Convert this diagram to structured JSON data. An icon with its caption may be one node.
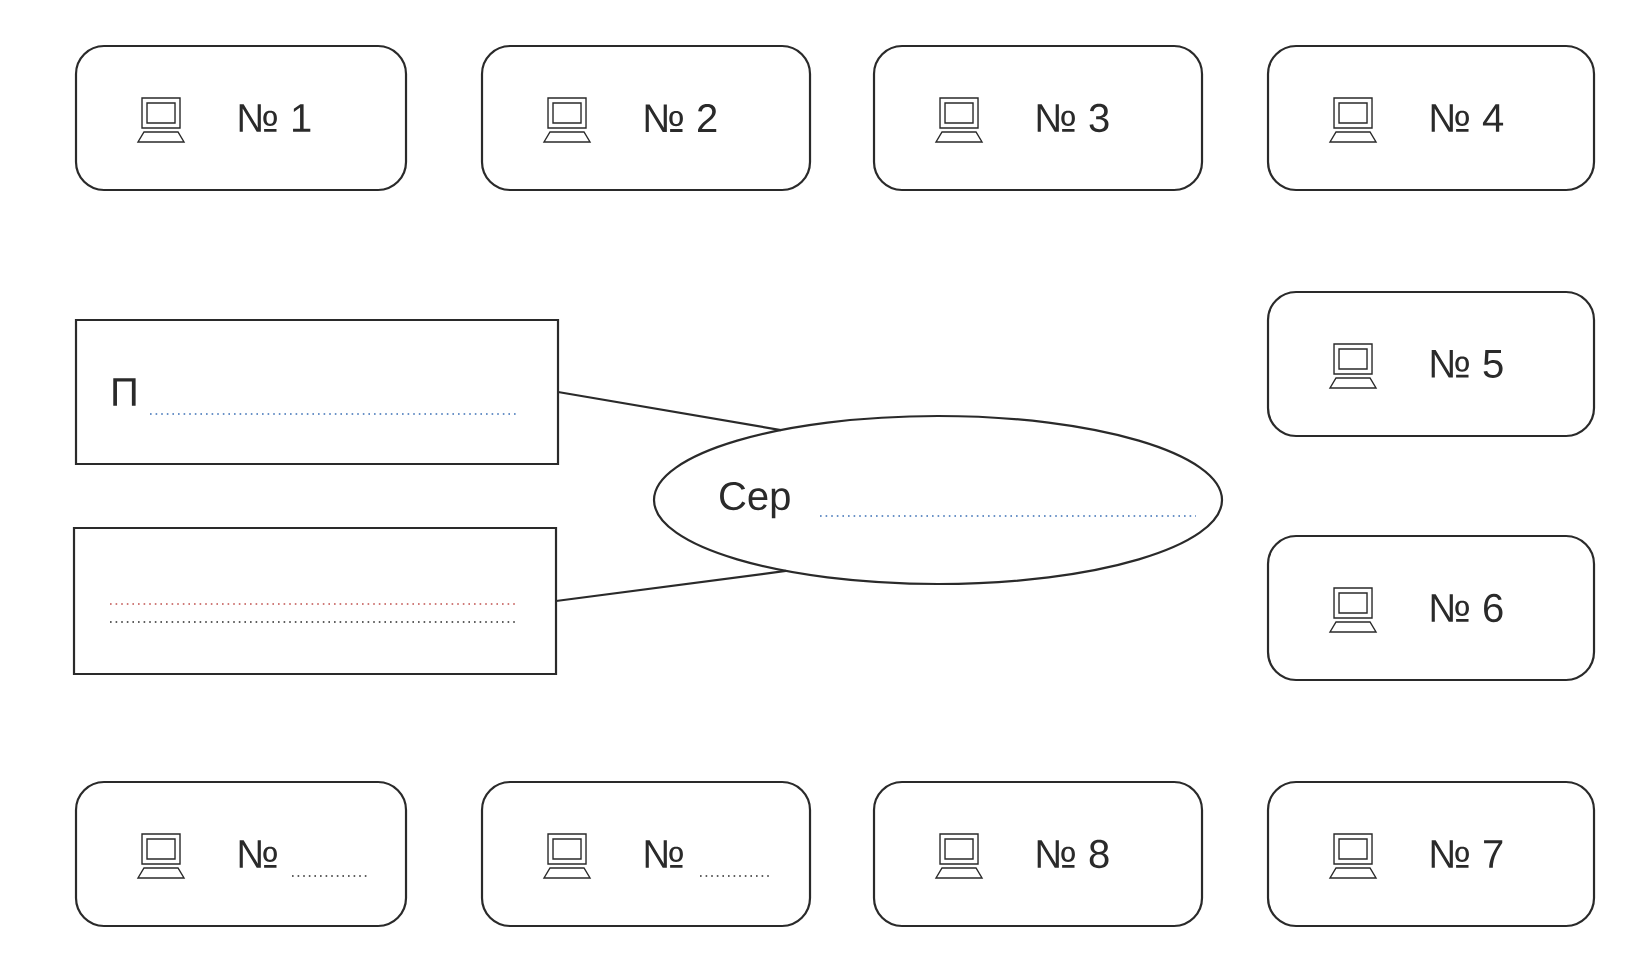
{
  "diagram": {
    "nodes": [
      {
        "text": [
          "№ 1"
        ]
      },
      {
        "text": [
          "№ 2"
        ]
      },
      {
        "text": [
          "№ 3"
        ]
      },
      {
        "text": [
          "№ 4"
        ]
      },
      {
        "text": [
          "№ 5"
        ]
      },
      {
        "text": [
          "П"
        ]
      },
      {
        "text": [
          "Сер"
        ]
      },
      {
        "text": [],
        "shape": "box"
      },
      {
        "text": [
          "№ 6"
        ]
      },
      {
        "text": [
          "№"
        ]
      },
      {
        "text": [
          "№"
        ]
      },
      {
        "text": [
          "№ 8"
        ]
      },
      {
        "text": [
          "№ 7"
        ]
      }
    ],
    "edges": [
      {
        "from": 5,
        "to": 6,
        "arrow": "none"
      },
      {
        "from": 7,
        "to": 6,
        "arrow": "none"
      }
    ]
  }
}
